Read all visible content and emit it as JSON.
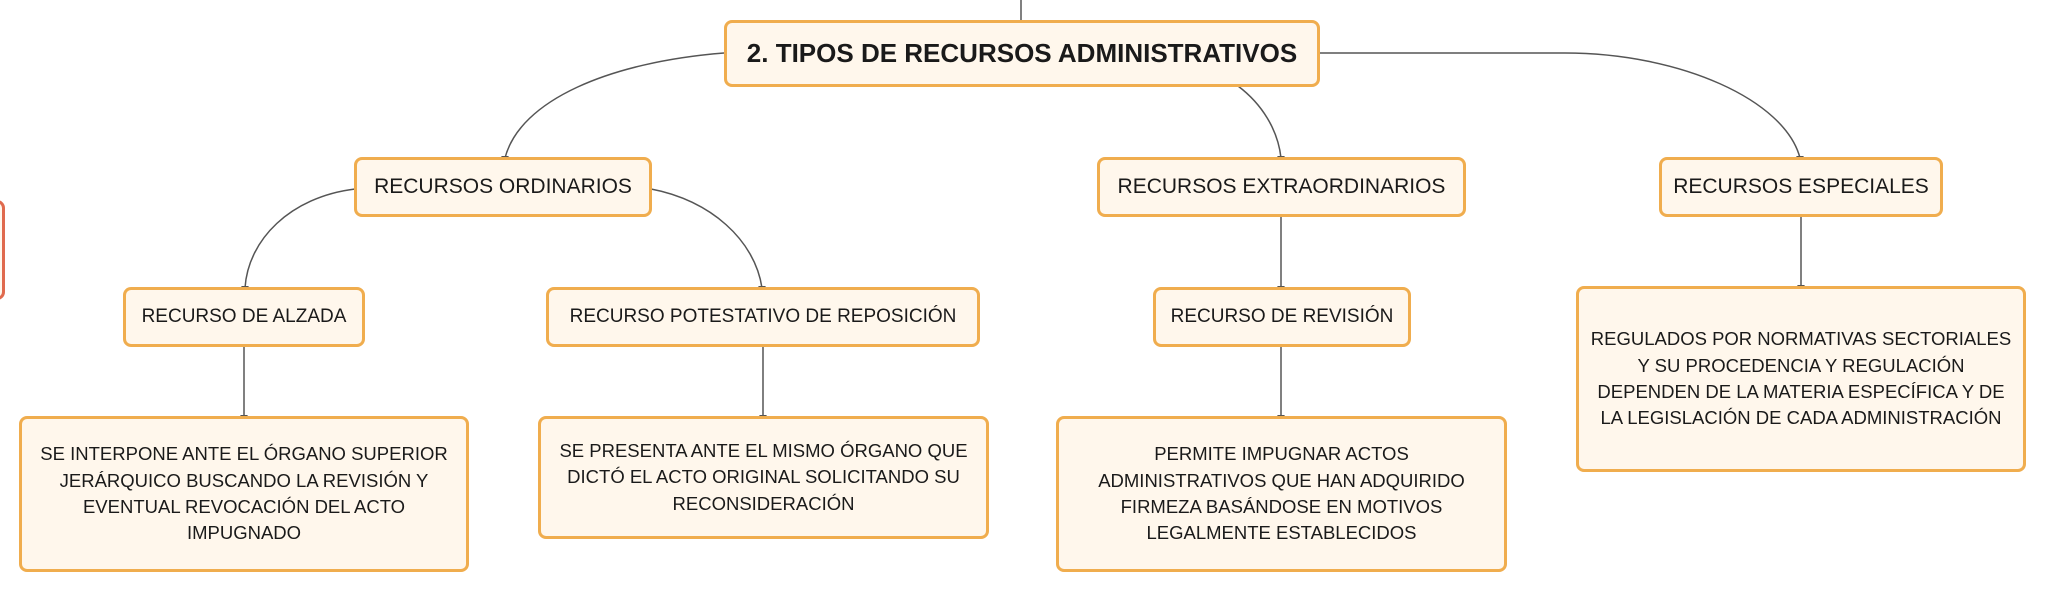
{
  "diagram": {
    "root": {
      "label": "2. TIPOS DE RECURSOS ADMINISTRATIVOS"
    },
    "categories": [
      {
        "label": "RECURSOS ORDINARIOS"
      },
      {
        "label": "RECURSOS EXTRAORDINARIOS"
      },
      {
        "label": "RECURSOS ESPECIALES"
      }
    ],
    "subtypes": [
      {
        "label": "RECURSO DE ALZADA"
      },
      {
        "label": "RECURSO POTESTATIVO DE REPOSICIÓN"
      },
      {
        "label": "RECURSO DE REVISIÓN"
      }
    ],
    "descriptions": [
      {
        "text": "SE INTERPONE ANTE EL ÓRGANO SUPERIOR JERÁRQUICO BUSCANDO LA REVISIÓN Y EVENTUAL REVOCACIÓN DEL ACTO IMPUGNADO"
      },
      {
        "text": "SE PRESENTA ANTE EL MISMO ÓRGANO QUE DICTÓ EL ACTO ORIGINAL SOLICITANDO SU RECONSIDERACIÓN"
      },
      {
        "text": "PERMITE IMPUGNAR ACTOS ADMINISTRATIVOS QUE HAN ADQUIRIDO FIRMEZA BASÁNDOSE EN MOTIVOS LEGALMENTE ESTABLECIDOS"
      },
      {
        "text": "REGULADOS POR NORMATIVAS SECTORIALES Y SU PROCEDENCIA Y REGULACIÓN DEPENDEN DE LA MATERIA ESPECÍFICA Y DE LA LEGISLACIÓN DE CADA ADMINISTRACIÓN"
      }
    ],
    "colors": {
      "node_fill": "#fff7ec",
      "node_border": "#f0ad4e",
      "connector": "#555555",
      "edge_marker": "#e06a4e"
    }
  }
}
